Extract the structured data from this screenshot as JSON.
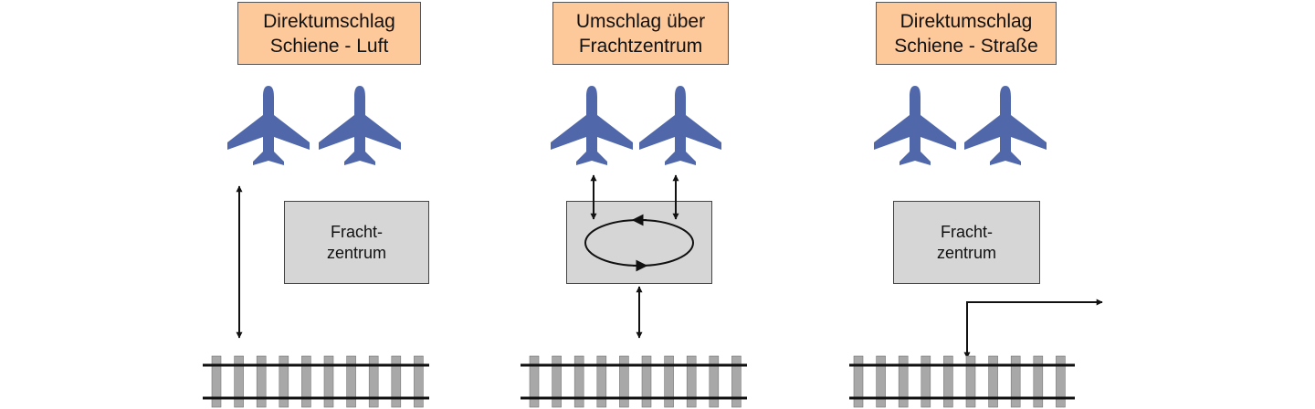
{
  "panels": [
    {
      "title_line1": "Direktumschlag",
      "title_line2": "Schiene - Luft",
      "center_line1": "Fracht-",
      "center_line2": "zentrum"
    },
    {
      "title_line1": "Umschlag über",
      "title_line2": "Frachtzentrum"
    },
    {
      "title_line1": "Direktumschlag",
      "title_line2": "Schiene - Straße",
      "center_line1": "Fracht-",
      "center_line2": "zentrum"
    }
  ],
  "colors": {
    "title_fill": "#fdc89a",
    "center_fill": "#d6d6d6",
    "airplane": "#5068aa",
    "sleeper": "#a8a8a8",
    "rail": "#111111"
  },
  "icons": [
    "airplane-icon",
    "railway-track-icon"
  ]
}
